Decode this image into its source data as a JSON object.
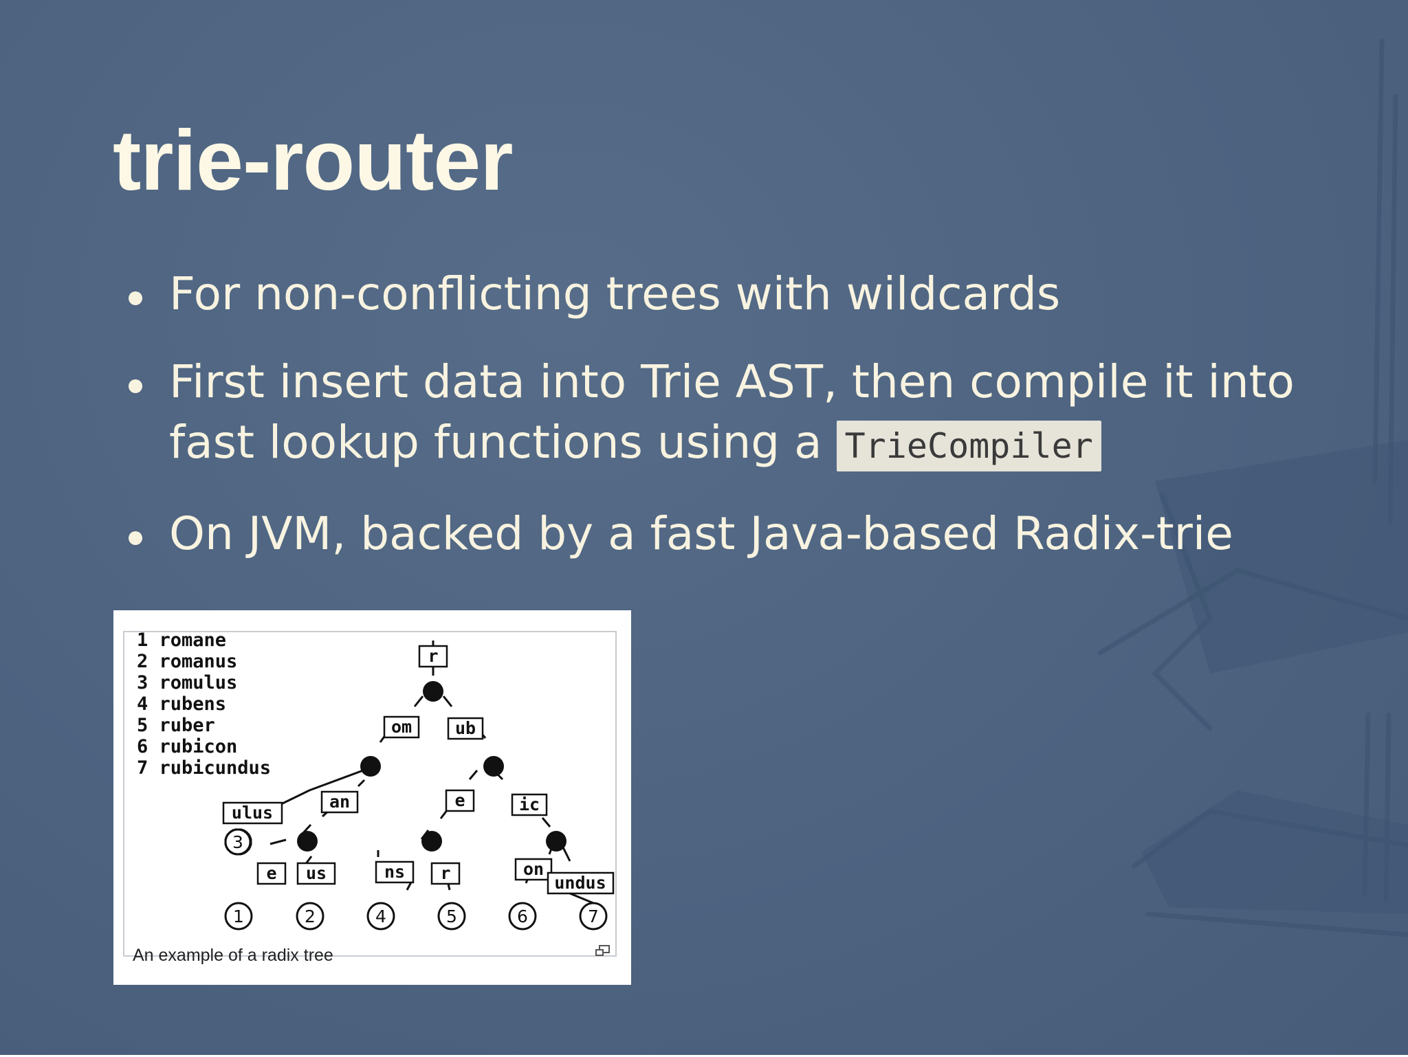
{
  "slide": {
    "title": "trie-router",
    "bullets": [
      {
        "text": "For non-conflicting trees with wildcards"
      },
      {
        "text": "First insert data into Trie AST, then compile it into fast lookup functions using a ",
        "code": "TrieCompiler"
      },
      {
        "text": "On JVM, backed by a fast Java-based Radix-trie"
      }
    ]
  },
  "figure": {
    "caption": "An example of a radix tree",
    "words": [
      "1 romane",
      "2 romanus",
      "3 romulus",
      "4 rubens",
      "5 ruber",
      "6 rubicon",
      "7 rubicundus"
    ],
    "edge_labels": [
      "r",
      "om",
      "ub",
      "an",
      "ulus",
      "e",
      "us",
      "e",
      "ic",
      "ns",
      "r",
      "on",
      "undus"
    ],
    "leaf_labels": [
      "1",
      "2",
      "3",
      "4",
      "5",
      "6",
      "7"
    ],
    "icons": [
      "enlarge-icon"
    ]
  },
  "colors": {
    "background": "#4d6380",
    "title": "#fdf8e6",
    "text": "#f8f3e0",
    "code_bg": "#e6e3d8"
  }
}
